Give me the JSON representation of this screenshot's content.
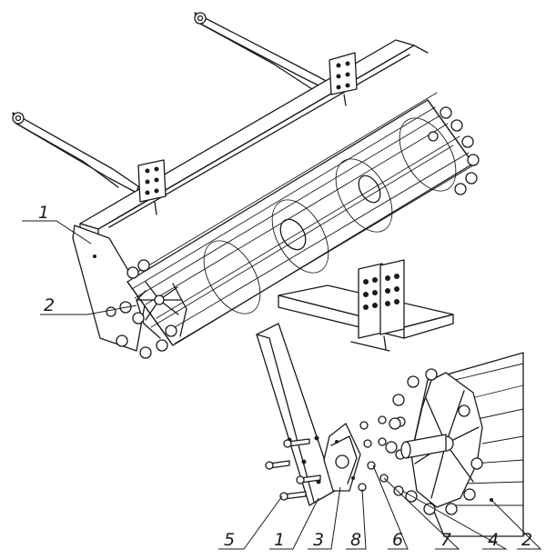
{
  "callouts": {
    "top_frame": "1",
    "top_bolt": "2",
    "bottom": [
      "5",
      "1",
      "3",
      "8",
      "6",
      "7",
      "4",
      "2"
    ]
  }
}
